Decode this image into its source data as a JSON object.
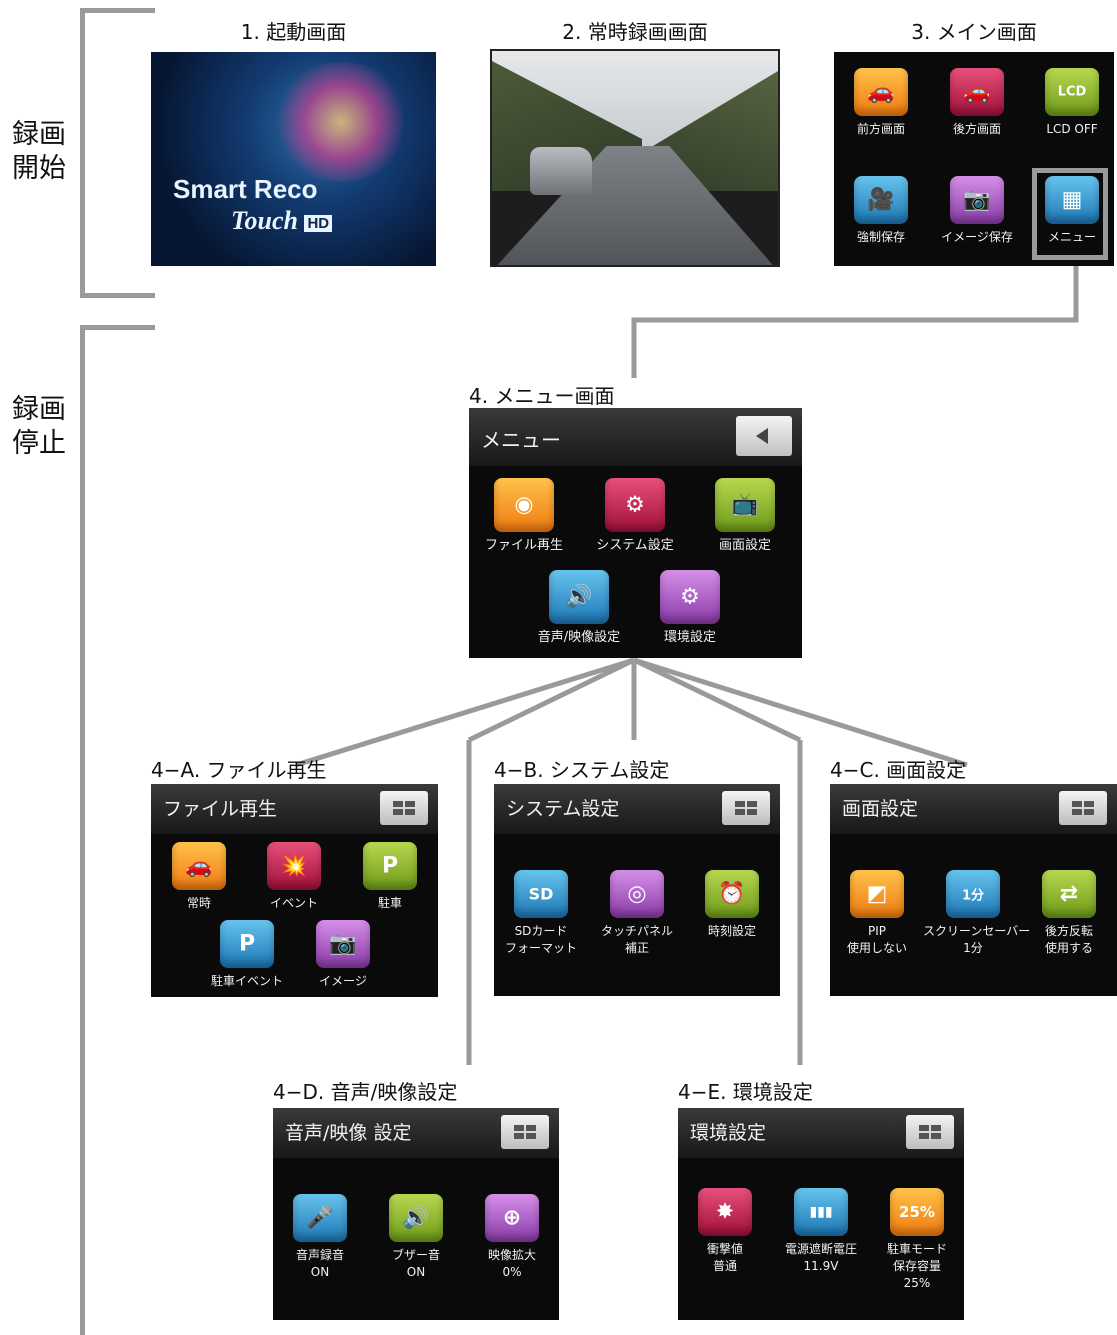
{
  "side_labels": {
    "recording_start": [
      "録画",
      "開始"
    ],
    "recording_stop": [
      "録画",
      "停止"
    ]
  },
  "screens": {
    "startup": {
      "caption": "1. 起動画面",
      "logo_line1": "Smart Reco",
      "logo_line2": "Touch",
      "logo_badge": "HD"
    },
    "constant_rec": {
      "caption": "2. 常時録画画面"
    },
    "main": {
      "caption": "3. メイン画面",
      "tiles": [
        {
          "label": "前方画面",
          "icon": "front-car-icon",
          "color": "orange",
          "glyph": "🚗"
        },
        {
          "label": "後方画面",
          "icon": "rear-car-icon",
          "color": "red",
          "glyph": "🚗"
        },
        {
          "label": "LCD OFF",
          "icon": "lcd-off-icon",
          "color": "green",
          "glyph": "LCD"
        },
        {
          "label": "強制保存",
          "icon": "force-save-camera-icon",
          "color": "blue",
          "glyph": "🎥"
        },
        {
          "label": "イメージ保存",
          "icon": "image-save-camera-icon",
          "color": "purple",
          "glyph": "📷"
        },
        {
          "label": "メニュー",
          "icon": "menu-grid-icon",
          "color": "blue",
          "glyph": "▦"
        }
      ]
    },
    "menu": {
      "caption": "4. メニュー画面",
      "title": "メニュー",
      "tiles": [
        {
          "label": "ファイル再生",
          "icon": "film-reel-icon",
          "color": "orange",
          "glyph": "◉"
        },
        {
          "label": "システム設定",
          "icon": "system-gear-icon",
          "color": "red",
          "glyph": "⚙"
        },
        {
          "label": "画面設定",
          "icon": "tv-icon",
          "color": "green",
          "glyph": "📺"
        },
        {
          "label": "音声/映像設定",
          "icon": "speaker-icon",
          "color": "blue",
          "glyph": "🔊"
        },
        {
          "label": "環境設定",
          "icon": "settings-gear-icon",
          "color": "purple",
          "glyph": "⚙"
        }
      ]
    },
    "file_playback": {
      "caption": "4−A. ファイル再生",
      "title": "ファイル再生",
      "tiles": [
        {
          "label": "常時",
          "icon": "constant-car-icon",
          "color": "orange",
          "glyph": "🚗"
        },
        {
          "label": "イベント",
          "icon": "event-crash-icon",
          "color": "red",
          "glyph": "💥"
        },
        {
          "label": "駐車",
          "icon": "parking-icon",
          "color": "green",
          "glyph": "P"
        },
        {
          "label": "駐車イベント",
          "icon": "parking-event-icon",
          "color": "blue",
          "glyph": "P"
        },
        {
          "label": "イメージ",
          "icon": "image-camera-icon",
          "color": "purple",
          "glyph": "📷"
        }
      ]
    },
    "system_settings": {
      "caption": "4−B. システム設定",
      "title": "システム設定",
      "tiles": [
        {
          "label": "SDカード",
          "label2": "フォーマット",
          "icon": "sd-card-icon",
          "color": "blue",
          "glyph": "SD"
        },
        {
          "label": "タッチパネル",
          "label2": "補正",
          "icon": "target-icon",
          "color": "purple",
          "glyph": "◎"
        },
        {
          "label": "時刻設定",
          "label2": "",
          "icon": "alarm-clock-icon",
          "color": "green",
          "glyph": "⏰"
        }
      ]
    },
    "display_settings": {
      "caption": "4−C. 画面設定",
      "title": "画面設定",
      "tiles": [
        {
          "label": "PIP",
          "label2": "使用しない",
          "icon": "pip-icon",
          "color": "orange",
          "glyph": "◩"
        },
        {
          "label": "スクリーンセーバー",
          "label2": "1分",
          "icon": "screensaver-icon",
          "color": "blue",
          "glyph": "1分"
        },
        {
          "label": "後方反転",
          "label2": "使用する",
          "icon": "flip-arrows-icon",
          "color": "green",
          "glyph": "⇄"
        }
      ]
    },
    "audio_video": {
      "caption": "4−D. 音声/映像設定",
      "title": "音声/映像 設定",
      "tiles": [
        {
          "label": "音声録音",
          "label2": "ON",
          "icon": "microphone-icon",
          "color": "blue",
          "glyph": "🎤"
        },
        {
          "label": "ブザー音",
          "label2": "ON",
          "icon": "buzzer-speaker-icon",
          "color": "green",
          "glyph": "🔊"
        },
        {
          "label": "映像拡大",
          "label2": "0%",
          "icon": "zoom-icon",
          "color": "purple",
          "glyph": "⊕"
        }
      ]
    },
    "environment": {
      "caption": "4−E. 環境設定",
      "title": "環境設定",
      "tiles": [
        {
          "label": "衝撃値",
          "label2": "普通",
          "label3": "",
          "icon": "impact-burst-icon",
          "color": "red",
          "glyph": "✸"
        },
        {
          "label": "電源遮断電圧",
          "label2": "11.9V",
          "label3": "",
          "icon": "battery-icon",
          "color": "blue",
          "glyph": "▮▮▮"
        },
        {
          "label": "駐車モード",
          "label2": "保存容量",
          "label3": "25%",
          "icon": "storage-percent-icon",
          "color": "orange",
          "glyph": "25%"
        }
      ]
    }
  }
}
